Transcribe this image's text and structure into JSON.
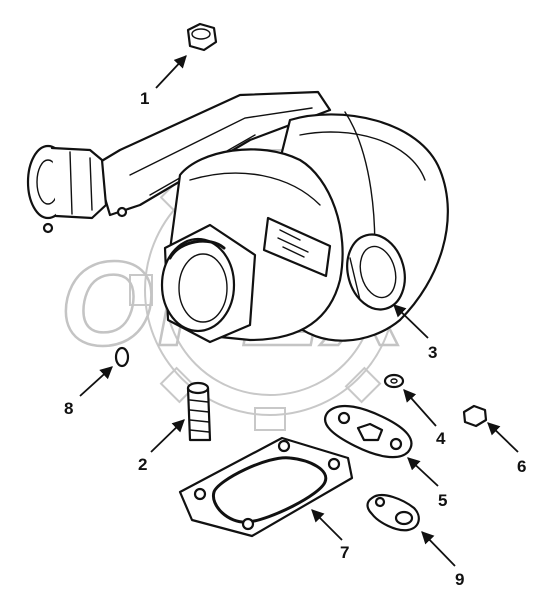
{
  "diagram": {
    "callouts": [
      {
        "id": "1",
        "label": "1"
      },
      {
        "id": "2",
        "label": "2"
      },
      {
        "id": "3",
        "label": "3"
      },
      {
        "id": "4",
        "label": "4"
      },
      {
        "id": "5",
        "label": "5"
      },
      {
        "id": "6",
        "label": "6"
      },
      {
        "id": "7",
        "label": "7"
      },
      {
        "id": "8",
        "label": "8"
      },
      {
        "id": "9",
        "label": "9"
      }
    ],
    "watermark": {
      "text": "OPEX",
      "color": "#c4c4c4"
    },
    "line_color": "#111111",
    "background": "#ffffff"
  }
}
